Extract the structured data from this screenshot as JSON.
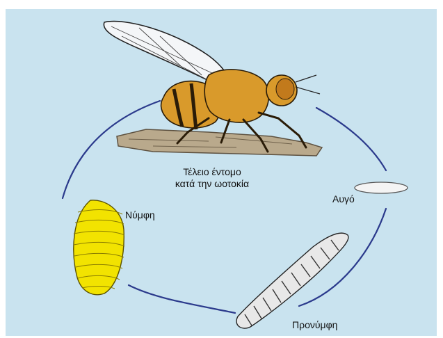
{
  "labels": {
    "adult_line1": "Τέλειο έντομο",
    "adult_line2": "κατά την ωοτοκία",
    "egg": "Αυγό",
    "pupa": "Νύμφη",
    "larva": "Προνύμφη"
  },
  "colors": {
    "background": "#c9e3ef",
    "cycle_arrows": "#2b3a8c",
    "fly_body": "#d99a2b",
    "pupa": "#f2e300",
    "egg": "#f4f4f4",
    "larva": "#e8e8e8",
    "branch": "#b9a98c"
  },
  "icons": [
    "fly-adult-illustration",
    "egg-illustration",
    "pupa-illustration",
    "larva-illustration",
    "branch-illustration"
  ]
}
